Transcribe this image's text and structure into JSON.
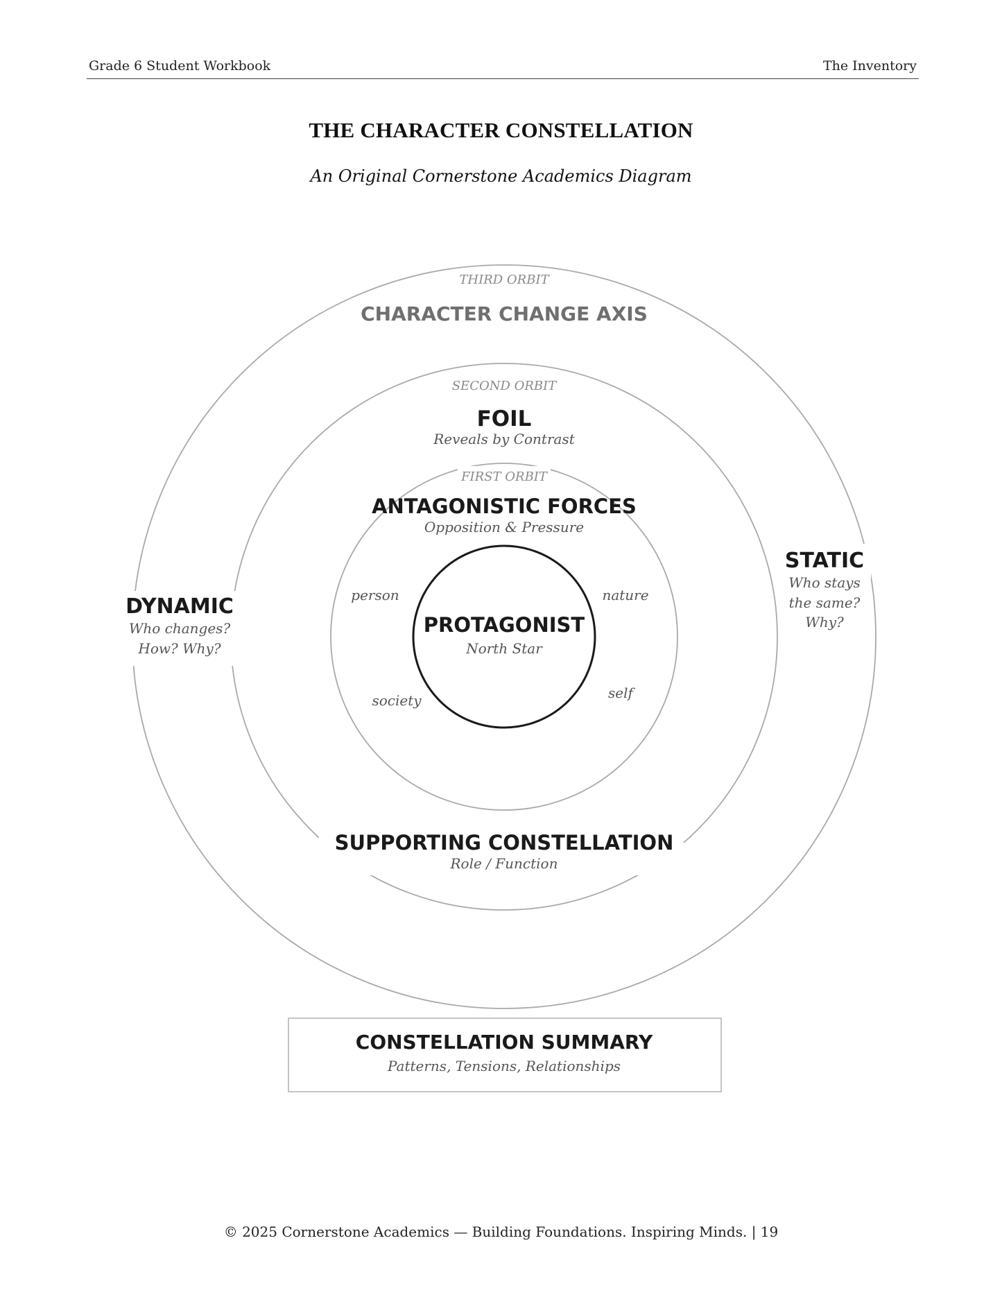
{
  "header": {
    "left": "Grade 6 Student Workbook",
    "right": "The Inventory"
  },
  "title": "THE CHARACTER CONSTELLATION",
  "subtitle": "An Original Cornerstone Academics Diagram",
  "diagram": {
    "third_orbit": {
      "label": "THIRD ORBIT",
      "title": "CHARACTER CHANGE AXIS"
    },
    "second_orbit": {
      "label": "SECOND ORBIT",
      "title": "FOIL",
      "subtitle": "Reveals by Contrast"
    },
    "first_orbit": {
      "label": "FIRST ORBIT",
      "title": "ANTAGONISTIC FORCES",
      "subtitle": "Opposition & Pressure",
      "forces": {
        "person": "person",
        "nature": "nature",
        "society": "society",
        "self": "self"
      }
    },
    "center": {
      "title": "PROTAGONIST",
      "subtitle": "North Star"
    },
    "dynamic": {
      "title": "DYNAMIC",
      "line1": "Who changes?",
      "line2": "How? Why?"
    },
    "static": {
      "title": "STATIC",
      "line1": "Who stays",
      "line2": "the same?",
      "line3": "Why?"
    },
    "supporting": {
      "title": "SUPPORTING CONSTELLATION",
      "subtitle": "Role / Function"
    },
    "summary": {
      "title": "CONSTELLATION SUMMARY",
      "subtitle": "Patterns, Tensions, Relationships"
    }
  },
  "footer": "© 2025 Cornerstone Academics — Building Foundations. Inspiring Minds. | 19"
}
